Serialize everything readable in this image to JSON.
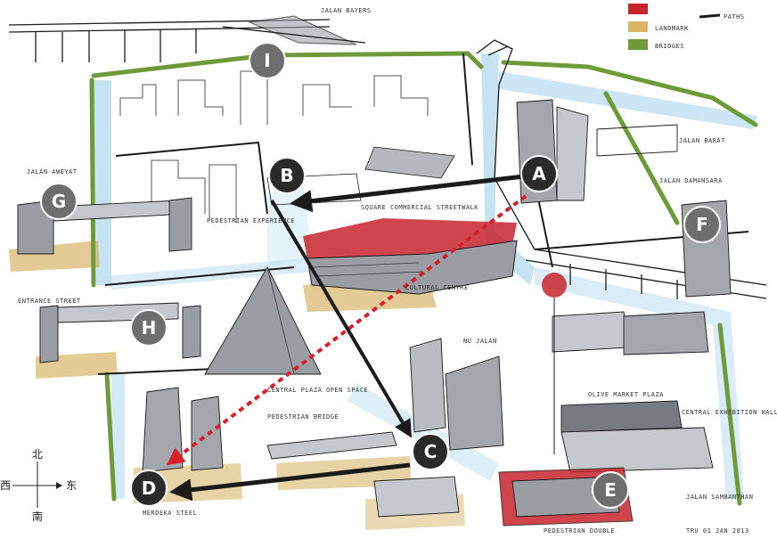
{
  "colors": {
    "water": "#bfe0f2",
    "green": "#6f9a3a",
    "sand": "#d9b56a",
    "red": "#c8242c",
    "ink": "#1b1b1b",
    "marker_fill": "#2a2a2a",
    "marker_grey": "#6e6e6e",
    "building": "#9a9ea3"
  },
  "legend": [
    {
      "label": "",
      "swatch": "#c8242c"
    },
    {
      "label": "LANDMARK",
      "swatch": "#d9b56a"
    },
    {
      "label": "BRIDGES",
      "swatch": "#6f9a3a"
    }
  ],
  "legend_line_label": "PATHS",
  "markers": [
    {
      "id": "A",
      "style": "dark"
    },
    {
      "id": "B",
      "style": "dark"
    },
    {
      "id": "C",
      "style": "dark"
    },
    {
      "id": "D",
      "style": "dark"
    },
    {
      "id": "E",
      "style": "grey"
    },
    {
      "id": "F",
      "style": "grey"
    },
    {
      "id": "G",
      "style": "grey"
    },
    {
      "id": "H",
      "style": "grey"
    },
    {
      "id": "I",
      "style": "grey"
    }
  ],
  "sketch_labels": {
    "top": "JALAN BAYERS",
    "left_top": "JALAN AWEYAT",
    "left_mid": "ENTRANCE STREET",
    "mid_left": "PEDESTRIAN EXPERIENCE",
    "center": "SQUARE COMMERCIAL STREETWALK",
    "center_low": "CULTURAL CENTRE",
    "plaza": "CENTRAL PLAZA OPEN SPACE",
    "bridge": "PEDESTRIAN BRIDGE",
    "tower": "NU JALAN",
    "right_top": "JALAN BARAT",
    "right_tower": "JALAN DAMANSARA",
    "right_low1": "OLIVE MARKET PLAZA",
    "right_low2": "CENTRAL EXHIBITION HALL",
    "bottom_left": "MERDEKA STEEL",
    "bottom_right": "JALAN SAMBANTHAN",
    "bottom_mid": "PEDESTRIAN DOUBLE",
    "signature": "TRU 01 JAN 2013"
  },
  "compass": {
    "north": "北",
    "south": "南",
    "east": "东",
    "west": "西"
  }
}
